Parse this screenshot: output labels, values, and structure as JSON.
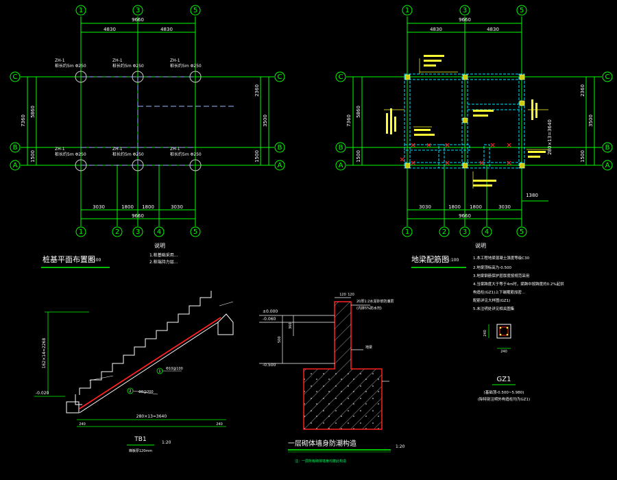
{
  "left_plan": {
    "title": "桩基平面布置图",
    "scale": "1:100",
    "top_total": "9660",
    "top_dims": [
      "4830",
      "4830"
    ],
    "bottom_total": "9660",
    "bottom_dims": [
      "3030",
      "1800",
      "1800",
      "3030"
    ],
    "left_total": "7360",
    "left_dims": [
      "5860",
      "1500"
    ],
    "right_dims": [
      "2360",
      "3500",
      "1500"
    ],
    "pile_tag": "ZH-1",
    "pile_note": "桩长约5m  Φ250",
    "notes_title": "说明",
    "notes": [
      "1.桩基础采用...",
      "2.桩端持力层..."
    ]
  },
  "right_plan": {
    "title": "地梁配筋图",
    "scale": "1:100",
    "top_total": "9660",
    "top_dims": [
      "4830",
      "4830"
    ],
    "bottom_total": "9660",
    "bottom_dims": [
      "3030",
      "1800",
      "1800",
      "3030"
    ],
    "left_total": "7360",
    "left_dims": [
      "5860",
      "1500"
    ],
    "right_dims": [
      "2360",
      "3500",
      "1500"
    ],
    "stair_note": "280×13=3640",
    "ext_dim": "1380",
    "notes_title": "说明",
    "notes": [
      "1.本工程地梁混凝土强度等级C30",
      "2.地梁顶标高为-0.500",
      "3.地梁钢筋保护层厚度按规范采用",
      "4.当梁跨度大于等于4m时，梁跨中按跨度的0.2%起拱",
      "  构造柱(GZ1)上下端箍筋加密...",
      "  配筋详见大样图(GZ1)",
      "5.未注明处详见相关图集"
    ],
    "gz_dims": [
      "240",
      "240"
    ],
    "gz_label": "GZ1",
    "gz_note1": "(基础顶-0.500~5.980)",
    "gz_note2": "(除特别注明外构造柱均为GZ1)"
  },
  "grid_labels": {
    "top": [
      "1",
      "3",
      "5"
    ],
    "bottom": [
      "1",
      "2",
      "3",
      "4",
      "5"
    ],
    "sides": [
      "C",
      "B",
      "A"
    ]
  },
  "stair": {
    "title": "TB1",
    "scale": "1:20",
    "subtitle": "梯板厚120mm",
    "left_level": "-0.020",
    "run_dim": "280×13=3640",
    "rise_dim": "162×14=2268",
    "end_dims": [
      "240",
      "240"
    ],
    "rebar_a": "Φ10@100",
    "rebar_b": "Φ8@200",
    "callouts": [
      "1",
      "2"
    ]
  },
  "wall_section": {
    "title": "一层砌体墙身防潮构造",
    "scale": "1:20",
    "note": "注：一层所有砌体墙身均按此构造",
    "wall_dims": [
      "120",
      "120"
    ],
    "levels": [
      "±0.000",
      "-0.060",
      "-0.500"
    ],
    "height_dims": [
      "500",
      "360"
    ],
    "tag_a": "20厚1:2水泥砂浆防潮层",
    "tag_b": "(内掺5%防水剂)",
    "tag_c": "地梁"
  },
  "colors": {
    "background": "#000000",
    "grid": "#00ff00",
    "text": "#ffffff",
    "dimension": "#00ffff",
    "annotation": "#ffff33",
    "section": "#ff2020",
    "axis": "#4da6ff"
  }
}
